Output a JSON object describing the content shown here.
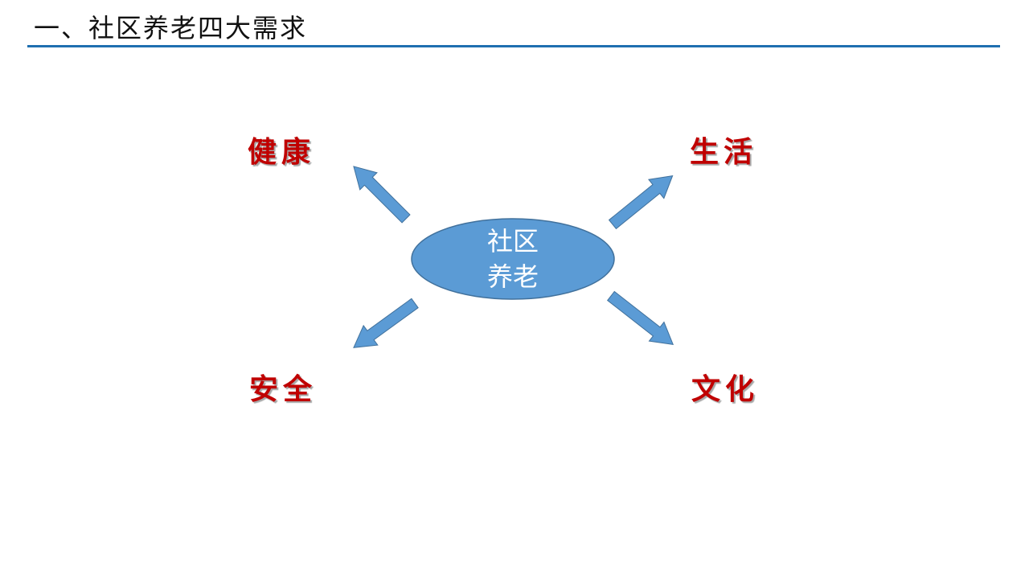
{
  "header": {
    "title": "一、社区养老四大需求"
  },
  "diagram": {
    "center": {
      "line1": "社区",
      "line2": "养老"
    },
    "needs": {
      "health": "健康",
      "life": "生活",
      "safety": "安全",
      "culture": "文化"
    },
    "colors": {
      "ellipse_fill": "#5b9bd5",
      "ellipse_stroke": "#41719c",
      "arrow_fill": "#5b9bd5",
      "label_color": "#c00000",
      "rule_color": "#1f6fb0"
    }
  }
}
